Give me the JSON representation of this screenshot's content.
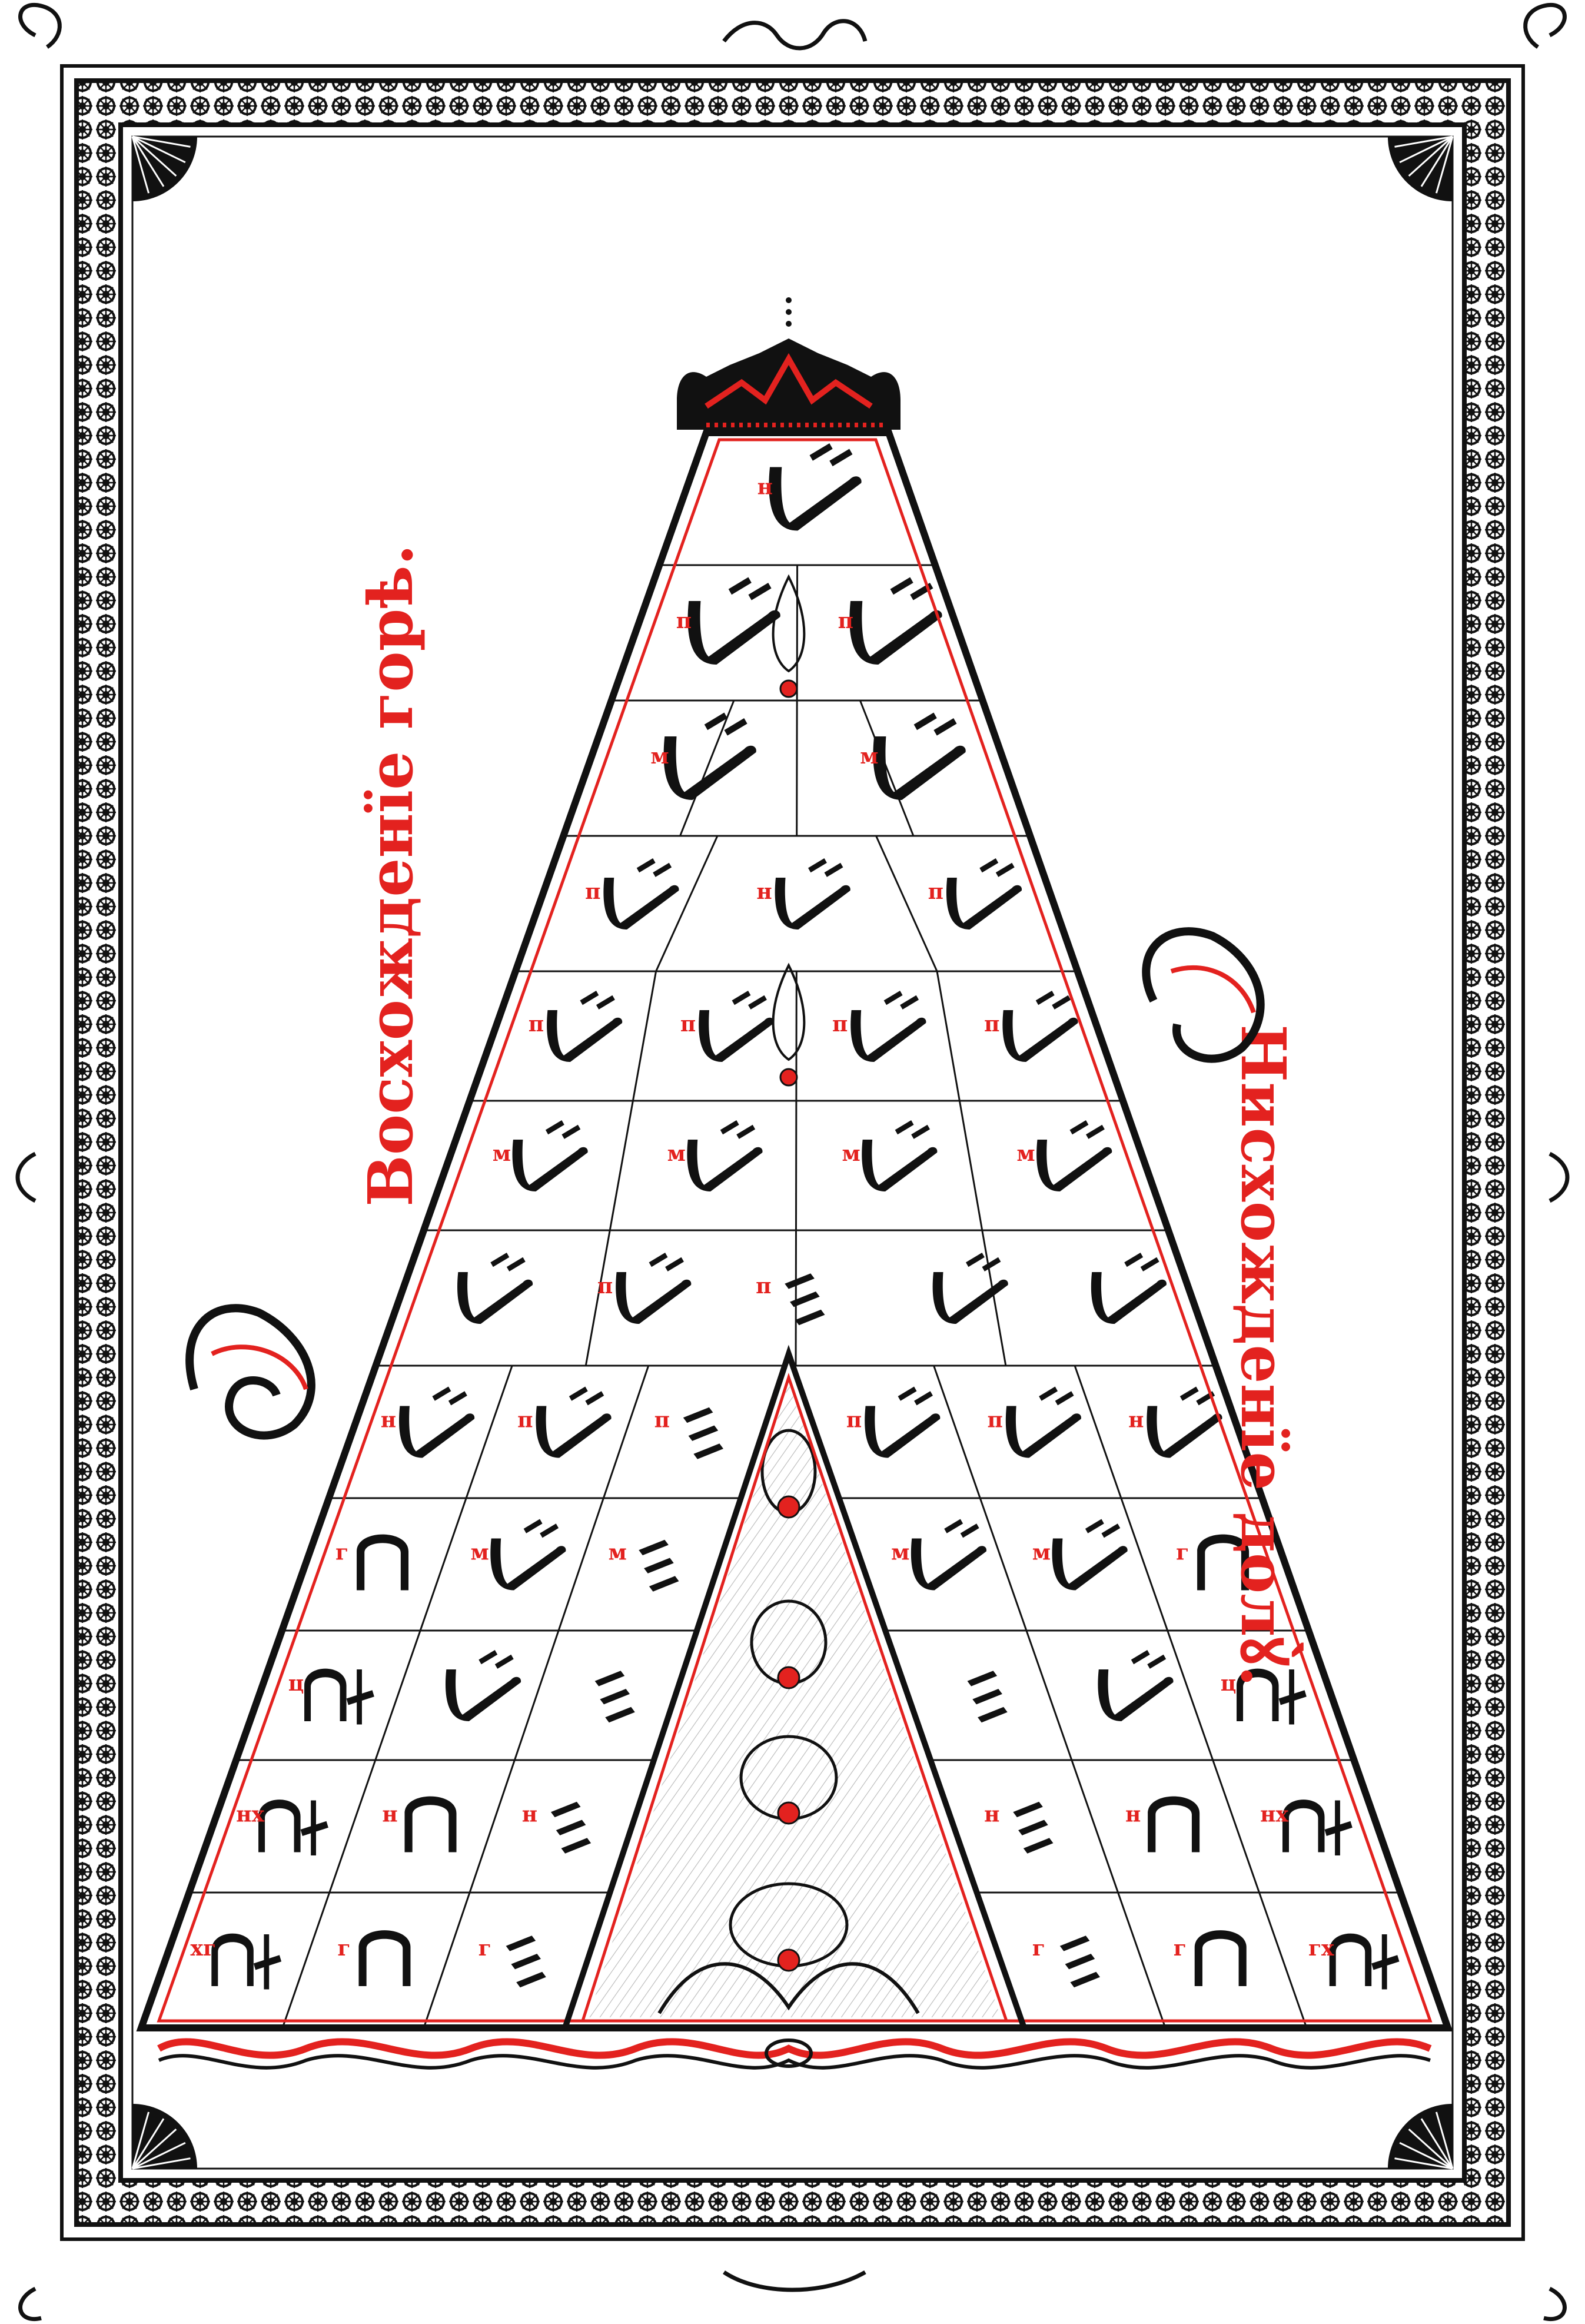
{
  "side_titles": {
    "left": "Восхожденїе горѣ.",
    "right": "Нисхожденїе долꙋ̀."
  },
  "colors": {
    "ink": "#111111",
    "red": "#e3221f",
    "paper": "#ffffff"
  },
  "rows": [
    {
      "left": [
        {
          "letter": "н",
          "pattern": "a"
        }
      ],
      "right": []
    },
    {
      "left": [
        {
          "letter": "п",
          "pattern": "a"
        }
      ],
      "right": [
        {
          "letter": "п",
          "pattern": "a"
        }
      ]
    },
    {
      "left": [
        {
          "letter": "м",
          "pattern": "a"
        }
      ],
      "right": [
        {
          "letter": "м",
          "pattern": "a"
        }
      ]
    },
    {
      "left": [
        {
          "letter": "п",
          "pattern": "a"
        },
        {
          "letter": "н",
          "pattern": "a"
        }
      ],
      "right": [
        {
          "letter": "п",
          "pattern": "a"
        }
      ]
    },
    {
      "left": [
        {
          "letter": "п",
          "pattern": "a"
        },
        {
          "letter": "п",
          "pattern": "a"
        }
      ],
      "right": [
        {
          "letter": "п",
          "pattern": "a"
        },
        {
          "letter": "п",
          "pattern": "a"
        }
      ]
    },
    {
      "left": [
        {
          "letter": "м",
          "pattern": "a"
        },
        {
          "letter": "м",
          "pattern": "a"
        }
      ],
      "right": [
        {
          "letter": "м",
          "pattern": "a"
        },
        {
          "letter": "м",
          "pattern": "a"
        }
      ]
    },
    {
      "left": [
        {
          "letter": "",
          "pattern": "a"
        },
        {
          "letter": "п",
          "pattern": "a"
        },
        {
          "letter": "п",
          "pattern": "d"
        }
      ],
      "right": [
        {
          "letter": "",
          "pattern": "a"
        },
        {
          "letter": "",
          "pattern": "a"
        }
      ]
    },
    {
      "left": [
        {
          "letter": "н",
          "pattern": "a"
        },
        {
          "letter": "п",
          "pattern": "a"
        },
        {
          "letter": "п",
          "pattern": "d"
        }
      ],
      "right": [
        {
          "letter": "п",
          "pattern": "a"
        },
        {
          "letter": "п",
          "pattern": "a"
        },
        {
          "letter": "н",
          "pattern": "a"
        }
      ]
    },
    {
      "left": [
        {
          "letter": "г",
          "pattern": "b"
        },
        {
          "letter": "м",
          "pattern": "a"
        },
        {
          "letter": "м",
          "pattern": "d"
        }
      ],
      "right": [
        {
          "letter": "м",
          "pattern": "a"
        },
        {
          "letter": "м",
          "pattern": "a"
        },
        {
          "letter": "г",
          "pattern": "b"
        }
      ]
    },
    {
      "left": [
        {
          "letter": "ц",
          "pattern": "c"
        },
        {
          "letter": "",
          "pattern": "a"
        },
        {
          "letter": "",
          "pattern": "d"
        }
      ],
      "right": [
        {
          "letter": "",
          "pattern": "d"
        },
        {
          "letter": "",
          "pattern": "a"
        },
        {
          "letter": "ц",
          "pattern": "c"
        }
      ]
    },
    {
      "left": [
        {
          "letter": "нх",
          "pattern": "c"
        },
        {
          "letter": "н",
          "pattern": "b"
        },
        {
          "letter": "н",
          "pattern": "d"
        }
      ],
      "right": [
        {
          "letter": "н",
          "pattern": "d"
        },
        {
          "letter": "н",
          "pattern": "b"
        },
        {
          "letter": "нх",
          "pattern": "c"
        }
      ]
    },
    {
      "left": [
        {
          "letter": "хг",
          "pattern": "c"
        },
        {
          "letter": "г",
          "pattern": "b"
        },
        {
          "letter": "г",
          "pattern": "d"
        }
      ],
      "right": [
        {
          "letter": "г",
          "pattern": "d"
        },
        {
          "letter": "г",
          "pattern": "b"
        },
        {
          "letter": "гх",
          "pattern": "c"
        }
      ]
    }
  ]
}
